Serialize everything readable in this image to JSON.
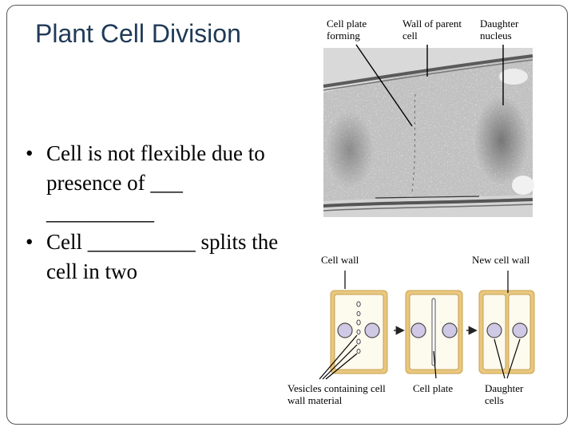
{
  "slide": {
    "title": "Plant Cell Division",
    "bullets": [
      "Cell is not flexible due to presence of ___ __________",
      "Cell __________ splits the cell in two"
    ]
  },
  "micrograph": {
    "labels": {
      "cell_plate_forming": "Cell plate forming",
      "wall_of_parent_cell": "Wall of parent cell",
      "daughter_nucleus": "Daughter nucleus"
    }
  },
  "stages_diagram": {
    "labels": {
      "cell_wall": "Cell wall",
      "new_cell_wall": "New cell wall",
      "vesicles": "Vesicles containing cell wall material",
      "cell_plate": "Cell plate",
      "daughter_cells": "Daughter cells"
    },
    "colors": {
      "wall": "#e9c77f",
      "cell": "#fdfaee",
      "nucleus": "#cfc9e6"
    }
  }
}
